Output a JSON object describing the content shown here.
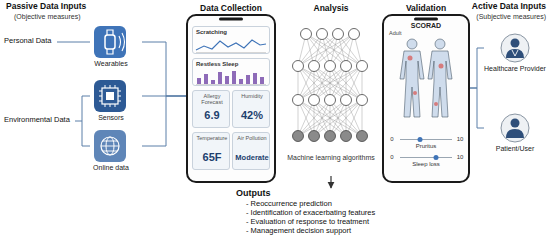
{
  "diagram": {
    "nodes": [
      {
        "text": [
          "Wearables"
        ]
      },
      {
        "text": [
          "Sensors"
        ]
      },
      {
        "text": [
          "Online data"
        ]
      },
      {
        "text": [
          "Data Collection"
        ]
      },
      {
        "text": [
          "Scratching"
        ],
        "in": 3
      },
      {
        "text": [
          "Restless Sleep"
        ],
        "in": 3
      },
      {
        "text": [
          "Allergy Forecast",
          "6.9"
        ],
        "in": 3
      },
      {
        "text": [
          "Humidity",
          "42%"
        ],
        "in": 3
      },
      {
        "text": [
          "Temperature",
          "65F"
        ],
        "in": 3
      },
      {
        "text": [
          "Air Pollution",
          "Moderate"
        ],
        "in": 3
      },
      {
        "text": [
          "Analysis",
          "Machine learning algorithms"
        ]
      },
      {
        "text": [
          "Validation",
          "SCORAD"
        ]
      },
      {
        "text": [
          "Healthcare Provider"
        ]
      },
      {
        "text": [
          "Patient/User"
        ]
      },
      {
        "text": [
          "Outputs",
          "- Reoccurrence prediction",
          "- Identification of exacerbating features",
          "- Evaluation of response to treatment",
          "- Management decision support"
        ]
      }
    ],
    "edges": [
      {
        "from": 0,
        "to": 3,
        "arrow": "none"
      },
      {
        "from": 1,
        "to": 3,
        "arrow": "none"
      },
      {
        "from": 2,
        "to": 3,
        "arrow": "none"
      },
      {
        "from": 10,
        "to": 14,
        "arrow": "to"
      },
      {
        "from": 12,
        "to": 11,
        "arrow": "none"
      },
      {
        "from": 13,
        "to": 11,
        "arrow": "none"
      }
    ],
    "labels": [
      "Passive Data Inputs",
      "(Objective measures)",
      "Personal Data",
      "Environmental Data",
      "Active Data Inputs",
      "(Subjective measures)",
      "Adult",
      "0",
      "Pruritus",
      "10",
      "0",
      "Sleep loss",
      "10"
    ]
  }
}
